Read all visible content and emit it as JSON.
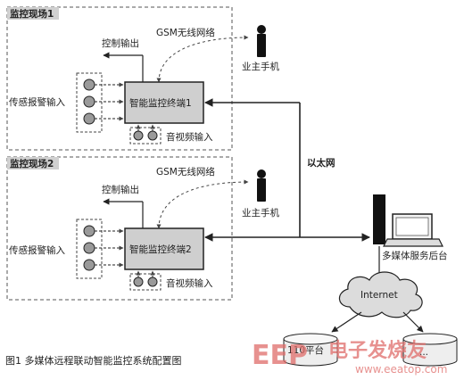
{
  "site1": {
    "tag": "监控现场1",
    "gsm": "GSM无线网络",
    "phone": "业主手机",
    "control": "控制输出",
    "sensor": "传感报警输入",
    "terminal": "智能监控终端1",
    "av": "音视频输入"
  },
  "site2": {
    "tag": "监控现场2",
    "gsm": "GSM无线网络",
    "phone": "业主手机",
    "control": "控制输出",
    "sensor": "传感报警输入",
    "terminal": "智能监控终端2",
    "av": "音视频输入"
  },
  "network": {
    "ethernet": "以太网",
    "backend": "多媒体服务后台",
    "internet": "Internet",
    "db_left": "110平台",
    "db_right": "..."
  },
  "caption": "图1 多媒体远程联动智能监控系统配置图",
  "watermark": {
    "brand": "EEP",
    "slogan": "电子发烧友",
    "url": "www.eeatop.com"
  },
  "colors": {
    "stroke": "#222222",
    "dashed_box": "#555555",
    "terminal_fill": "#cfcfcf",
    "circle_fill": "#9a9a9a",
    "cloud_fill": "#dcdcdc",
    "watermark": "#d9534f"
  }
}
